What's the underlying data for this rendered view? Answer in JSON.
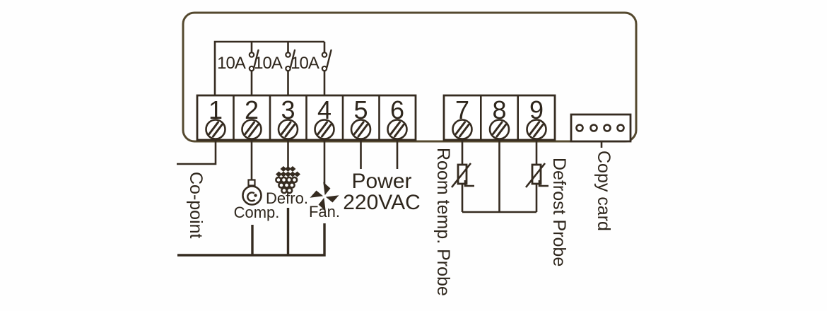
{
  "diagram": {
    "kind": "temperature-controller-wiring-diagram",
    "ink_color": "#352b20",
    "background_color": "#fefefe"
  },
  "controller": {
    "relay_contacts": [
      {
        "rating": "10A"
      },
      {
        "rating": "10A"
      },
      {
        "rating": "10A"
      }
    ],
    "terminal_block_left": {
      "terminals": [
        "1",
        "2",
        "3",
        "4",
        "5",
        "6"
      ]
    },
    "terminal_block_right": {
      "terminals": [
        "7",
        "8",
        "9"
      ]
    },
    "copy_card_port": {
      "label": "Copy card",
      "pin_count": "4"
    }
  },
  "connections": {
    "co_point": {
      "label": "Co-point"
    },
    "compressor": {
      "label": "Comp.",
      "icon": "compressor-icon"
    },
    "defrost": {
      "label": "Defro.",
      "icon": "snowflake-icon"
    },
    "fan": {
      "label": "Fan.",
      "icon": "fan-icon"
    },
    "power": {
      "label_line1": "Power",
      "label_line2": "220VAC"
    },
    "room_probe": {
      "label": "Room temp. Probe",
      "icon": "thermistor-icon"
    },
    "defrost_probe": {
      "label": "Defrost Probe",
      "icon": "thermistor-icon"
    }
  }
}
